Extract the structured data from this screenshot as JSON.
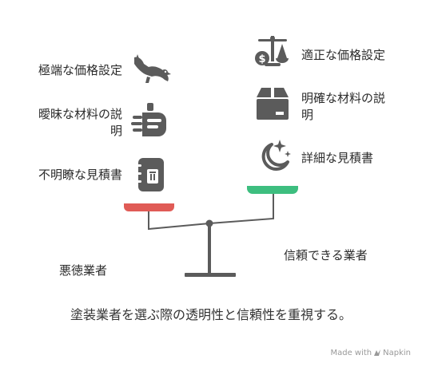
{
  "left_side": {
    "items": [
      {
        "label_lines": [
          "極端な価格設定"
        ],
        "icon": "vulture-icon"
      },
      {
        "label_lines": [
          "曖昧な材料の説",
          "明"
        ],
        "icon": "paint-bucket-icon"
      },
      {
        "label_lines": [
          "不明瞭な見積書"
        ],
        "icon": "notebook-icon"
      }
    ],
    "title": "悪徳業者",
    "pan_color": "#E05B56"
  },
  "right_side": {
    "items": [
      {
        "label_lines": [
          "適正な価格設定"
        ],
        "icon": "balanced-price-icon"
      },
      {
        "label_lines": [
          "明確な材料の説",
          "明"
        ],
        "icon": "box-icon"
      },
      {
        "label_lines": [
          "詳細な見積書"
        ],
        "icon": "moon-stars-icon"
      }
    ],
    "title": "信頼できる業者",
    "pan_color": "#3DBE7F"
  },
  "caption": "塗装業者を選ぶ際の透明性と信頼性を重視する。",
  "credit": "Made with",
  "credit_brand": "Napkin"
}
